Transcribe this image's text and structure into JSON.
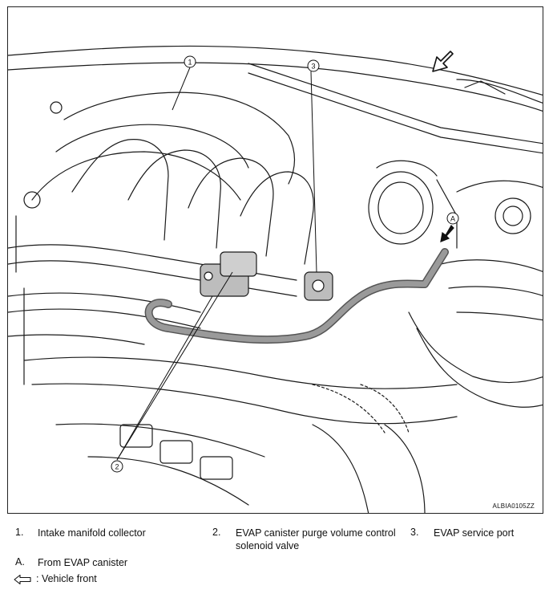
{
  "callouts": {
    "c1": "1",
    "c2": "2",
    "c3": "3",
    "cA": "A"
  },
  "figure_code": "ALBIA0105ZZ",
  "legend": {
    "items": [
      {
        "num": "1.",
        "label": "Intake manifold collector"
      },
      {
        "num": "2.",
        "label": "EVAP canister purge volume control solenoid valve"
      },
      {
        "num": "3.",
        "label": "EVAP service port"
      }
    ],
    "letter_item": {
      "key": "A.",
      "label": "From EVAP canister"
    },
    "front_note": ": Vehicle front",
    "front_icon": "arrow-left-outline-icon"
  }
}
